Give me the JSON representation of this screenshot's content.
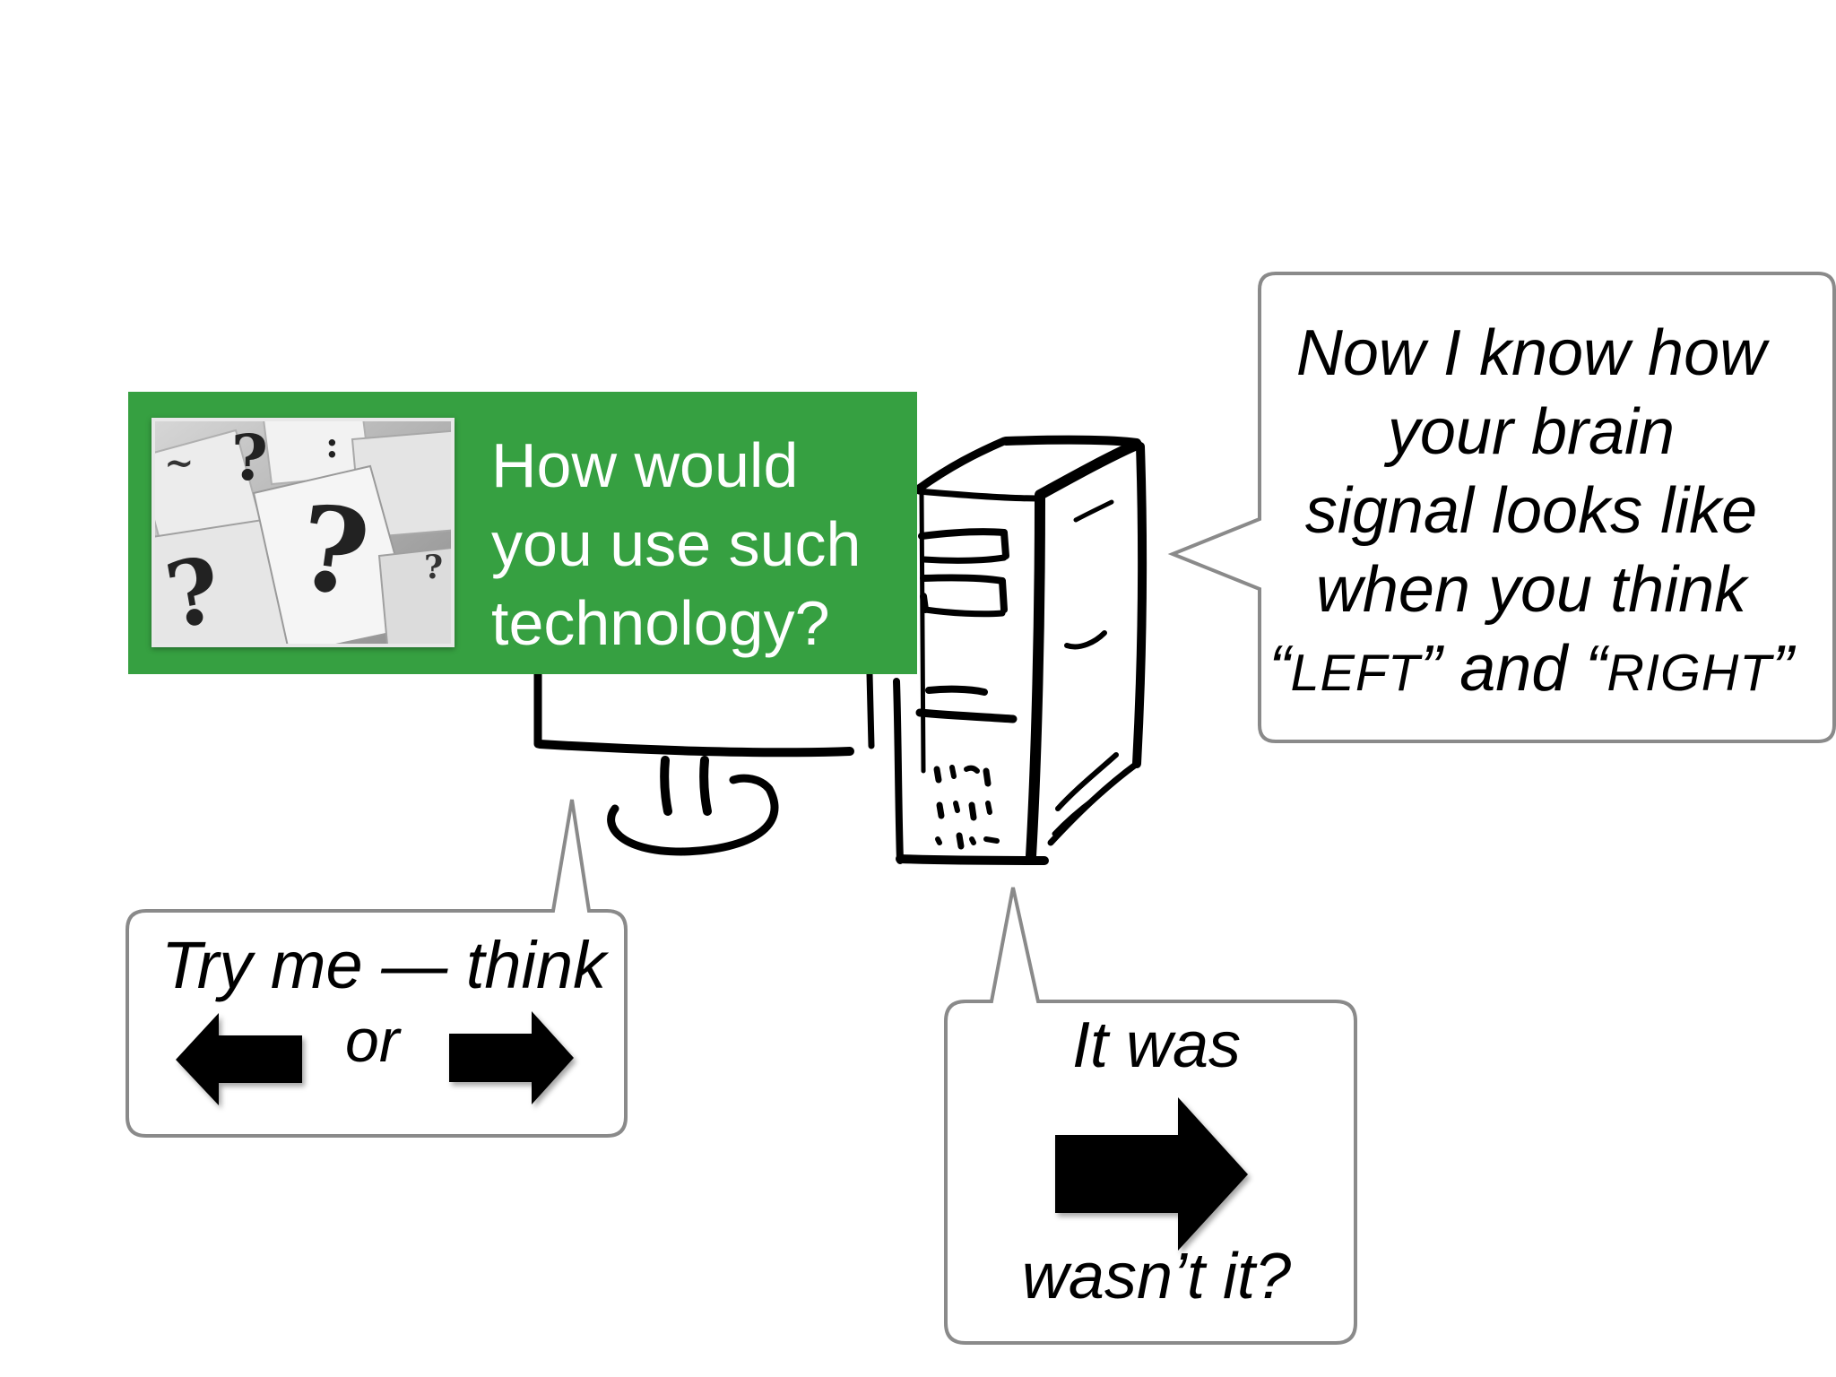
{
  "question_banner": {
    "lines": [
      "How would",
      "you use such",
      "technology?"
    ],
    "background_color": "#36a041",
    "photo_icon": "question-marks-photo"
  },
  "computer_bubble": {
    "line1": "Now I know how",
    "line2": "your brain",
    "line3": "signal looks like",
    "line4": "when you think",
    "line5": {
      "open_quote_1": "“",
      "word_left": "LEFT",
      "close_quote_1": "”",
      "joiner": " and ",
      "open_quote_2": "“",
      "word_right": "RIGHT",
      "close_quote_2": "”"
    }
  },
  "try_bubble": {
    "line1": "Try me — think",
    "or": "or",
    "left_icon": "left-arrow-icon",
    "right_icon": "right-arrow-icon"
  },
  "result_bubble": {
    "line1": "It was",
    "line2": "wasn’t it?",
    "arrow_icon": "right-arrow-icon"
  },
  "drawing": {
    "monitor_icon": "monitor-sketch",
    "tower_icon": "computer-tower-sketch"
  }
}
